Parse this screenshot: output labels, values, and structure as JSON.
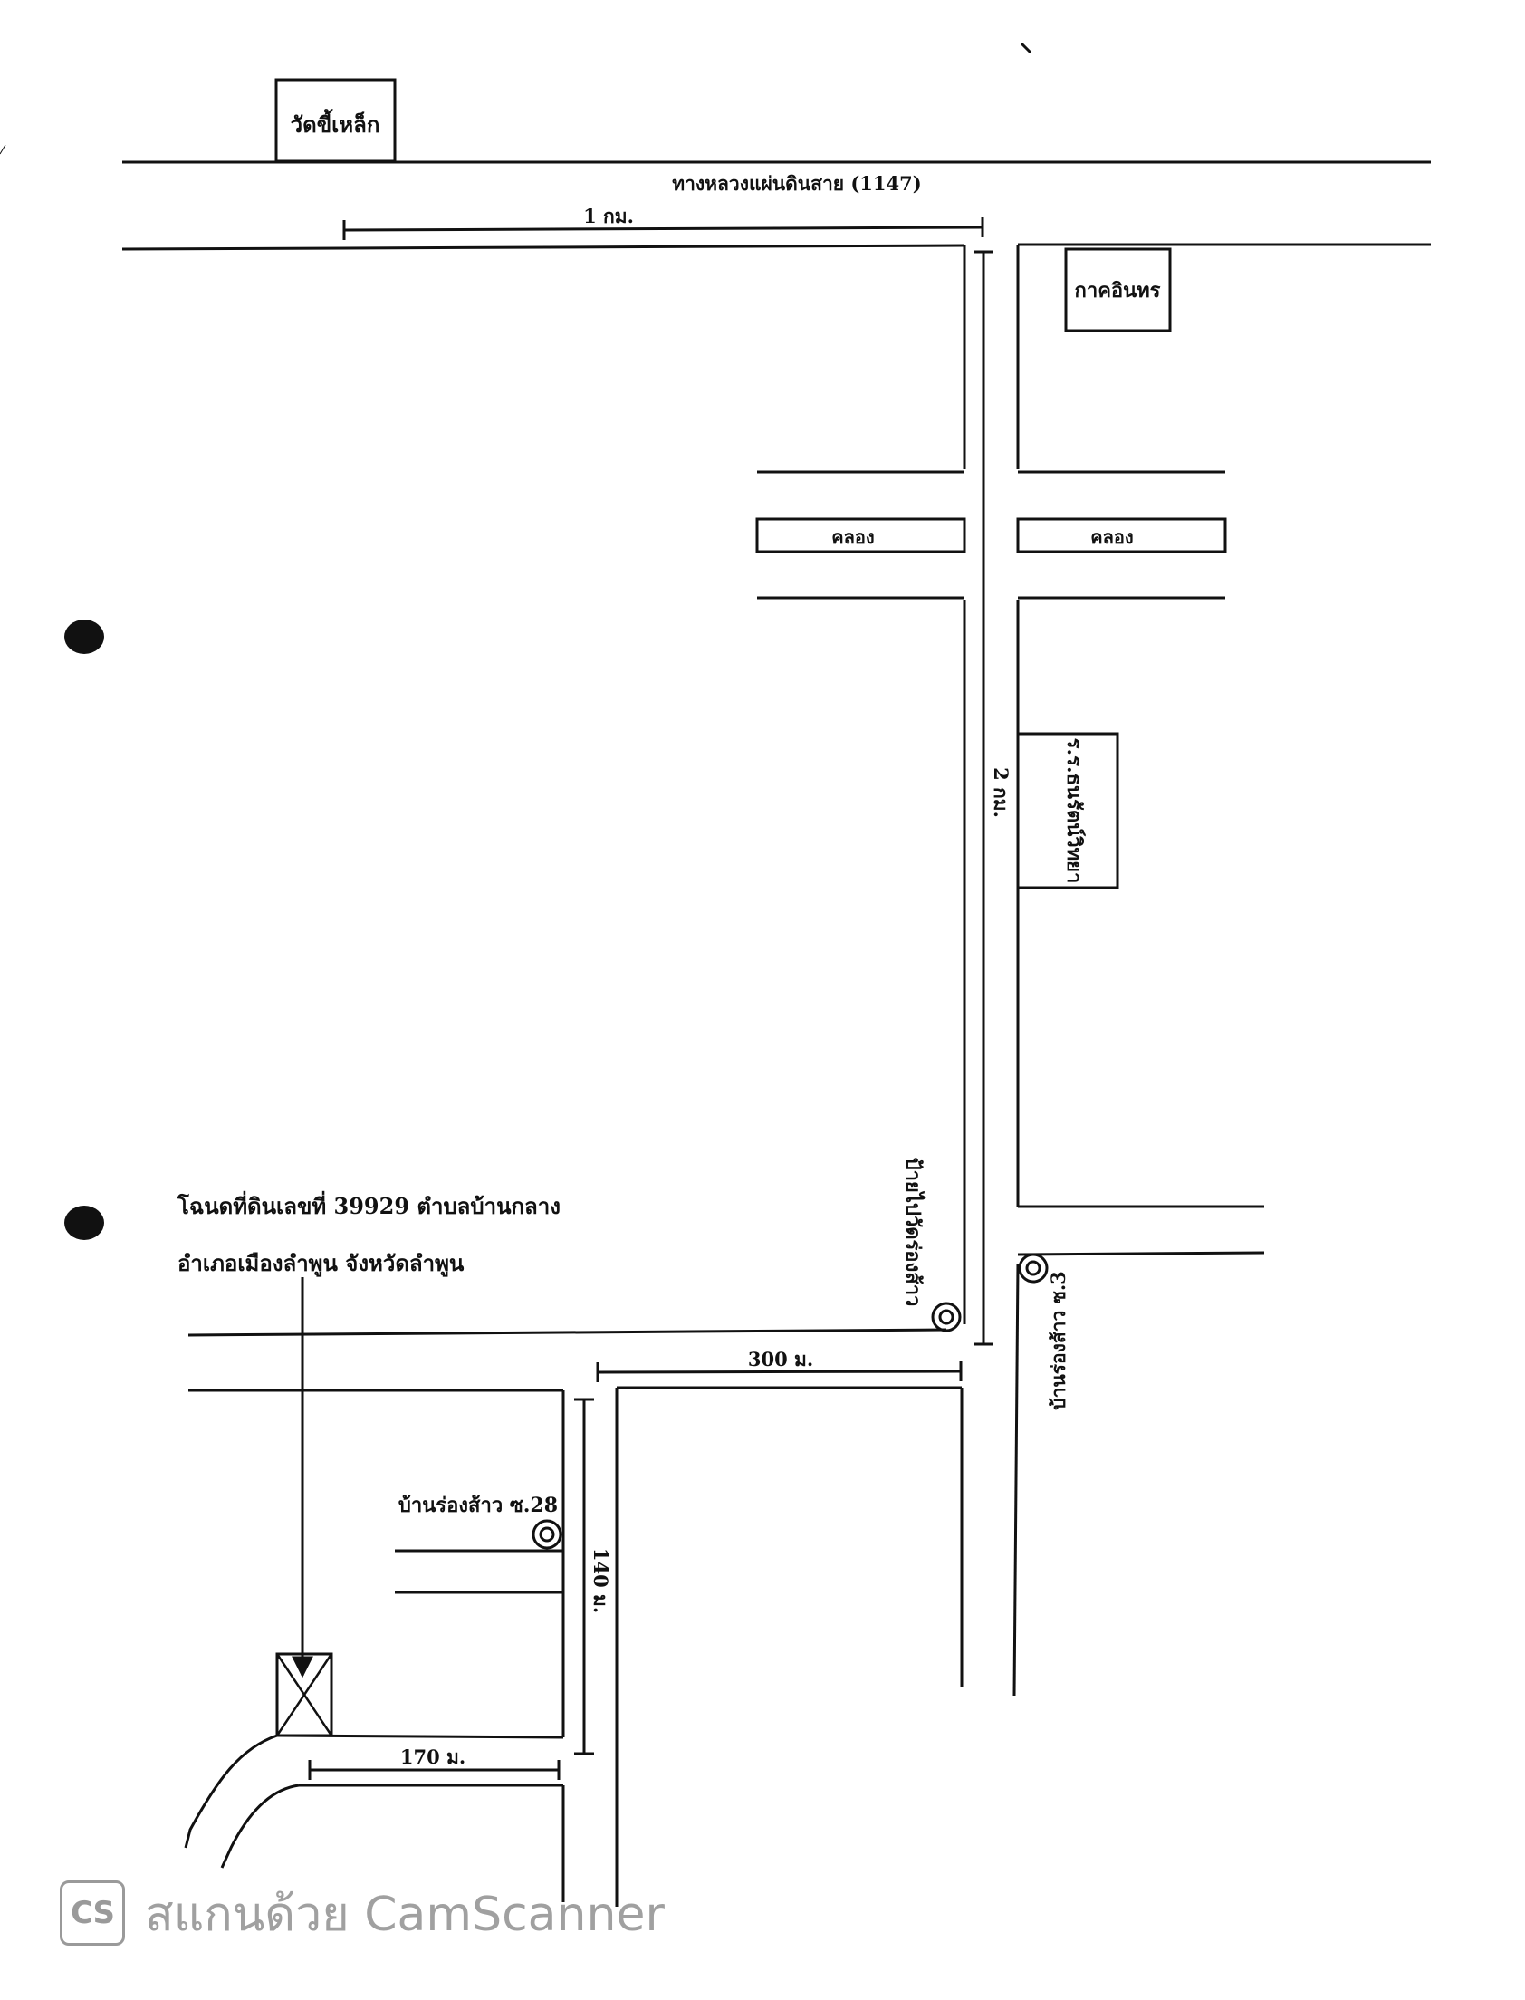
{
  "landmarks": {
    "temple": "วัดขี้เหล็ก",
    "gas_station": "กาคอินทร",
    "school": "ร.ร.ธนรัตน์วิทยา"
  },
  "roads": {
    "highway": "ทางหลวงแผ่นดินสาย (1147)",
    "canal_left": "คลอง",
    "canal_right": "คลอง"
  },
  "distances": {
    "d_1km": "1 กม.",
    "d_2km": "2 กม.",
    "d_300m": "300 ม.",
    "d_140m": "140 ม.",
    "d_170m": "170 ม."
  },
  "signs": {
    "sign_wat": "ป้ายไปวัดร่องส้าว",
    "sign_moo3": "บ้านร่องส้าว ซ.3",
    "sign_moo28": "บ้านร่องส้าว ซ.28"
  },
  "target": {
    "line1": "โฉนดที่ดินเลขที่ 39929 ตำบลบ้านกลาง",
    "line2": "อำเภอเมืองลำพูน จังหวัดลำพูน"
  },
  "watermark": {
    "logo": "CS",
    "text": "สแกนด้วย CamScanner"
  },
  "colors": {
    "ink": "#111111",
    "watermark": "#a0a0a0",
    "punch_hole": "#111111"
  }
}
